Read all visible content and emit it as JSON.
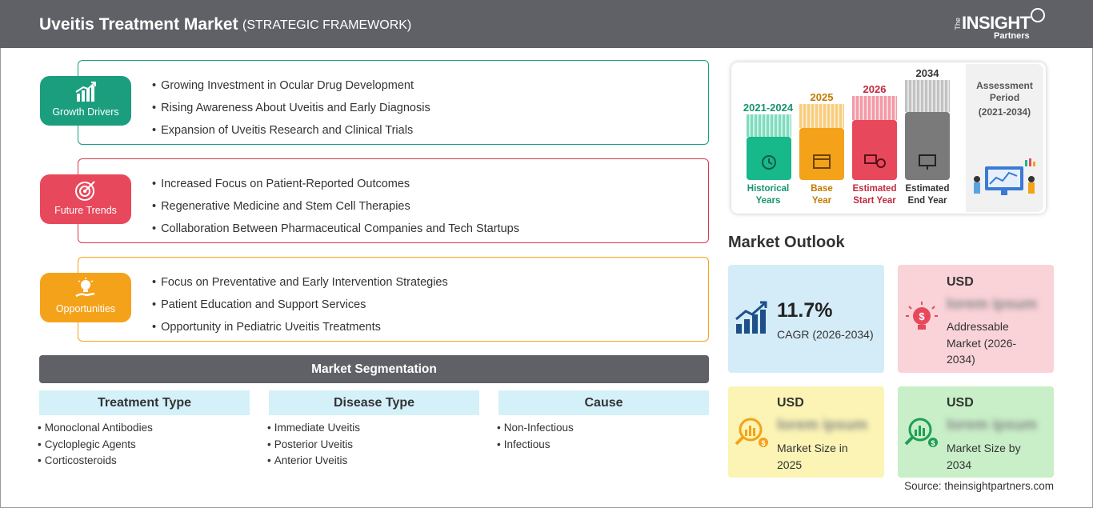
{
  "header": {
    "title": "Uveitis Treatment Market",
    "subtitle": "(STRATEGIC FRAMEWORK)",
    "logo_the": "The",
    "logo_insight": "INSIGHT",
    "logo_partners": "Partners"
  },
  "growth_drivers": {
    "label": "Growth Drivers",
    "color": "#1a9e7e",
    "items": [
      "Growing Investment in Ocular Drug Development",
      "Rising Awareness About Uveitis and Early Diagnosis",
      "Expansion of Uveitis Research and Clinical Trials"
    ]
  },
  "future_trends": {
    "label": "Future Trends",
    "color": "#d63a4e",
    "items": [
      "Increased Focus on Patient-Reported Outcomes",
      "Regenerative Medicine and Stem Cell Therapies",
      "Collaboration Between Pharmaceutical Companies and Tech Startups"
    ]
  },
  "opportunities": {
    "label": "Opportunities",
    "color": "#f4a21a",
    "items": [
      "Focus on Preventative and Early Intervention Strategies",
      "Patient Education and Support Services",
      "Opportunity in Pediatric Uveitis Treatments"
    ]
  },
  "segmentation": {
    "title": "Market Segmentation",
    "columns": [
      {
        "heading": "Treatment Type",
        "items": [
          "Monoclonal Antibodies",
          "Cycloplegic Agents",
          "Corticosteroids"
        ]
      },
      {
        "heading": "Disease Type",
        "items": [
          "Immediate Uveitis",
          "Posterior Uveitis",
          "Anterior Uveitis"
        ]
      },
      {
        "heading": "Cause",
        "items": [
          "Non-Infectious",
          "Infectious"
        ]
      }
    ]
  },
  "timeline": {
    "columns": [
      {
        "year": "2021-2024",
        "label_1": "Historical",
        "label_2": "Years",
        "color": "#17b88a"
      },
      {
        "year": "2025",
        "label_1": "Base",
        "label_2": "Year",
        "color": "#f4a21a"
      },
      {
        "year": "2026",
        "label_1": "Estimated",
        "label_2": "Start Year",
        "color": "#e8485b"
      },
      {
        "year": "2034",
        "label_1": "Estimated",
        "label_2": "End Year",
        "color": "#7a7a7a"
      }
    ],
    "assessment_1": "Assessment",
    "assessment_2": "Period",
    "assessment_3": "(2021-2034)"
  },
  "outlook": {
    "title": "Market Outlook",
    "cagr": {
      "value": "11.7%",
      "label": "CAGR (2026-2034)",
      "bg": "#d4ecf7"
    },
    "addressable": {
      "usd": "USD",
      "value": "lorem ipsum",
      "line1": "Addressable",
      "line2": "Market (2026-",
      "line3": "2034)",
      "bg": "#f9d3d8"
    },
    "size_2025": {
      "usd": "USD",
      "value": "lorem ipsum",
      "line1": "Market Size in",
      "line2": "2025",
      "bg": "#fbf4b5"
    },
    "size_2034": {
      "usd": "USD",
      "value": "lorem ipsum",
      "line1": "Market Size by",
      "line2": "2034",
      "bg": "#c8efc8"
    }
  },
  "source": "Source: theinsightpartners.com"
}
